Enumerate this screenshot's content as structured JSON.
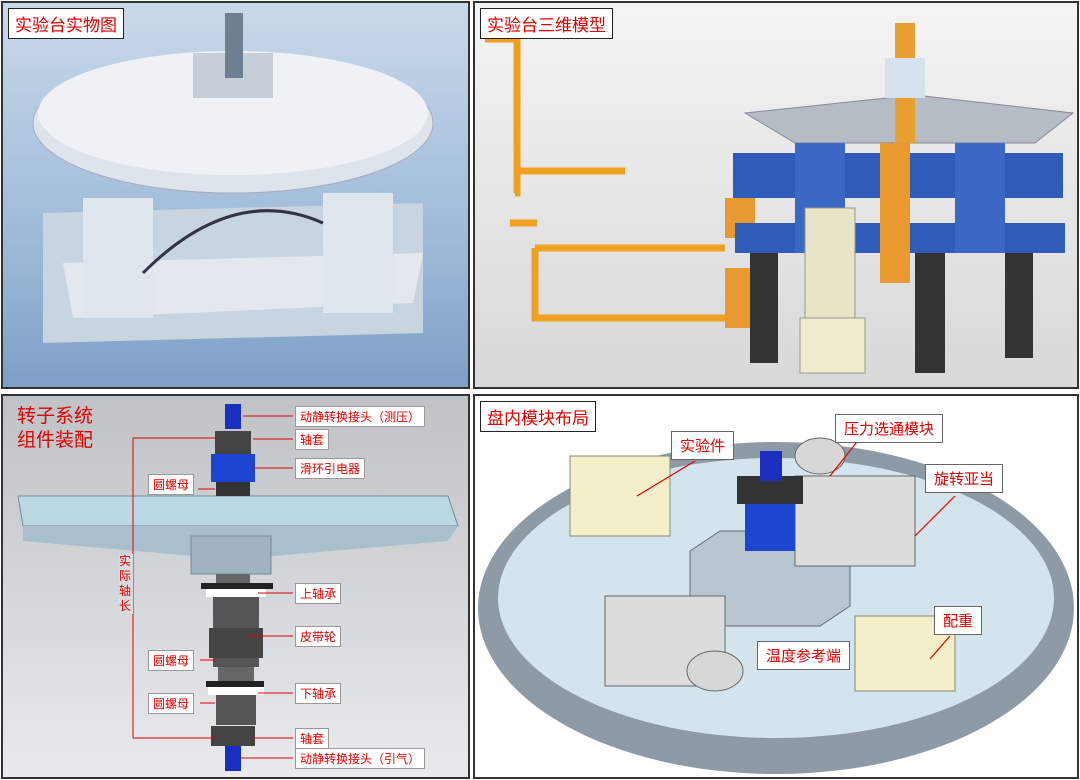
{
  "panels": {
    "photo": {
      "title": "实验台实物图"
    },
    "model3d": {
      "title": "实验台三维模型"
    },
    "rotor": {
      "title_line1": "转子系统",
      "title_line2": "组件装配",
      "shaft_length": "实际轴长",
      "labels": {
        "joint_top": "动静转换接头（测压）",
        "sleeve_top": "轴套",
        "slip_ring": "滑环引电器",
        "nut1": "圆螺母",
        "upper_bearing": "上轴承",
        "pulley": "皮带轮",
        "nut2": "圆螺母",
        "lower_bearing": "下轴承",
        "nut3": "圆螺母",
        "sleeve_bottom": "轴套",
        "joint_bottom": "动静转换接头（引气）"
      }
    },
    "layout": {
      "title": "盘内模块布局",
      "labels": {
        "specimen": "实验件",
        "pressure_module": "压力选通模块",
        "rotary_adam": "旋转亚当",
        "counterweight": "配重",
        "temp_ref": "温度参考端"
      }
    }
  },
  "colors": {
    "label_red": "#e00000",
    "blue_part": "#1f49c8",
    "orange_pipe": "#f0a020"
  }
}
